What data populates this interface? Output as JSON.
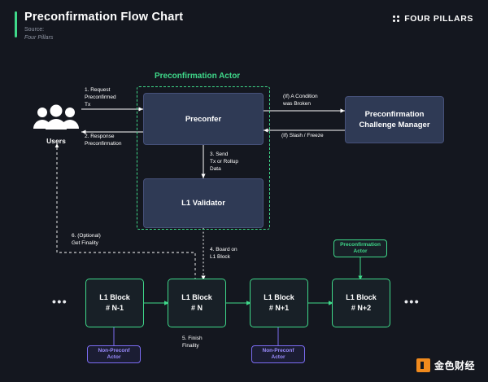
{
  "header": {
    "title": "Preconfirmation Flow Chart",
    "source_label": "Source:",
    "source_name": "Four Pillars",
    "brand": "FOUR PILLARS"
  },
  "diagram": {
    "actor_zone_title": "Preconfirmation Actor",
    "users_label": "Users",
    "nodes": {
      "preconfer": "Preconfer",
      "l1_validator": "L1 Validator",
      "challenge_manager": "Preconfirmation\nChallenge Manager",
      "preconf_actor_tag": "Preconfirmation\nActor",
      "block_n_minus_1": "L1 Block\n# N-1",
      "block_n": "L1 Block\n# N",
      "block_n_plus_1": "L1 Block\n# N+1",
      "block_n_plus_2": "L1 Block\n# N+2",
      "non_preconf_actor_1": "Non-Preconf\nActor",
      "non_preconf_actor_2": "Non-Preconf\nActor"
    },
    "edge_labels": {
      "request": "1. Request\nPreconfirmed\nTx",
      "response": "2. Response\nPreconfirmation",
      "send": "3. Send\nTx or Rollup\nData",
      "board": "4. Board on\nL1 Block",
      "finish": "5. Finish\nFinality",
      "finality": "6. (Optional)\nGet Finality",
      "condition_broken": "(If) A Condition\nwas Broken",
      "slash_freeze": "(If) Slash / Freeze"
    },
    "ellipsis_left": "•••",
    "ellipsis_right": "•••"
  },
  "footer": {
    "logo_text": "金色财经"
  },
  "colors": {
    "background": "#14171f",
    "accent_green": "#3fd98a",
    "blue_box": "#2f3a55",
    "purple": "#7b6cf2",
    "orange": "#f08a1d"
  }
}
